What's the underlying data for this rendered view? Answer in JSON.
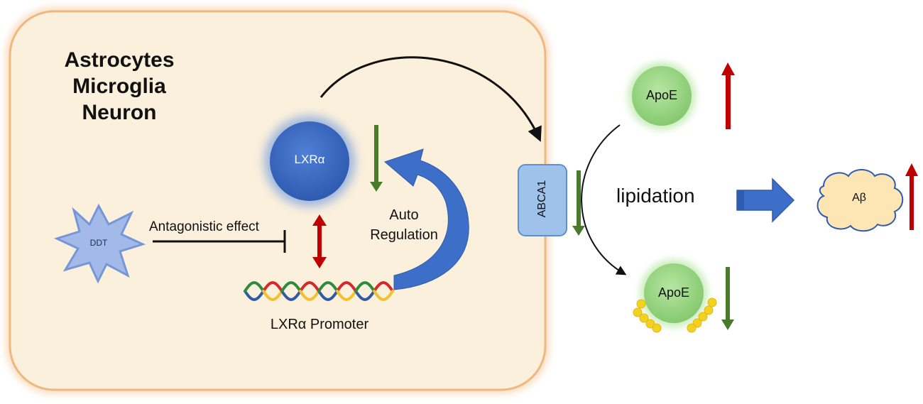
{
  "cell": {
    "title_lines": [
      "Astrocytes",
      "Microglia",
      "Neuron"
    ],
    "fill": "#fbf0db",
    "border": "#f0b77f"
  },
  "nodes": {
    "lxr": "LXRα",
    "ddt": "DDT",
    "abca1": "ABCA1",
    "apoe_top": "ApoE",
    "apoe_bottom": "ApoE",
    "abeta": "Aβ"
  },
  "labels": {
    "antagonistic": "Antagonistic effect",
    "auto_regulation": [
      "Auto",
      "Regulation"
    ],
    "promoter": "LXRα Promoter",
    "lipidation": "lipidation"
  },
  "colors": {
    "up": "#c00000",
    "down": "#4a7a2c",
    "blue": "#3d6fc8",
    "apoe": "#9fd88a",
    "lipid": "#f2d21f",
    "dna": [
      "#2f5aa8",
      "#2e8b3e",
      "#d62828",
      "#f2c12e"
    ]
  }
}
